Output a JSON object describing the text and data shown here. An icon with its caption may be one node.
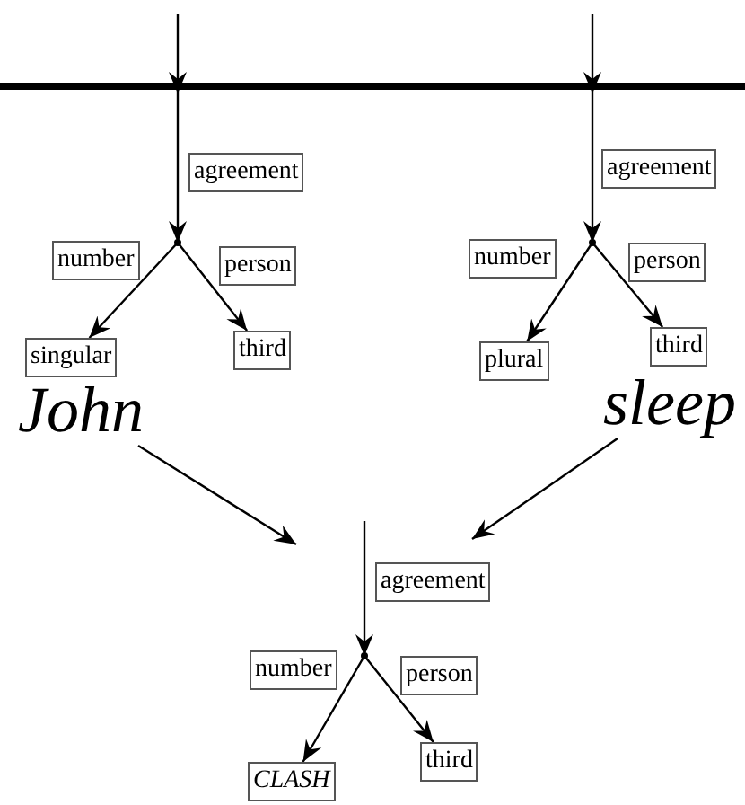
{
  "diagram": {
    "nodes": [
      {
        "text": [],
        "shape": "point"
      },
      {
        "text": [
          "singular"
        ]
      },
      {
        "text": [
          "third"
        ]
      },
      {
        "text": [],
        "shape": "point"
      },
      {
        "text": [
          "plural"
        ]
      },
      {
        "text": [
          "third"
        ]
      },
      {
        "text": [
          "John"
        ]
      },
      {
        "text": [
          "sleep"
        ]
      },
      {
        "text": [],
        "shape": "point"
      },
      {
        "text": [
          "CLASH"
        ]
      },
      {
        "text": [
          "third"
        ]
      }
    ],
    "edges": [
      {
        "from": null,
        "to": 0,
        "arrow": "to",
        "label": "agreement"
      },
      {
        "from": 0,
        "to": 1,
        "arrow": "to",
        "label": "number"
      },
      {
        "from": 0,
        "to": 2,
        "arrow": "to",
        "label": "person"
      },
      {
        "from": null,
        "to": 3,
        "arrow": "to",
        "label": "agreement"
      },
      {
        "from": 3,
        "to": 4,
        "arrow": "to",
        "label": "number"
      },
      {
        "from": 3,
        "to": 5,
        "arrow": "to",
        "label": "person"
      },
      {
        "from": 6,
        "to": null,
        "arrow": "to"
      },
      {
        "from": 7,
        "to": null,
        "arrow": "to"
      },
      {
        "from": null,
        "to": 8,
        "arrow": "to",
        "label": "agreement"
      },
      {
        "from": 8,
        "to": 9,
        "arrow": "to",
        "label": "number"
      },
      {
        "from": 8,
        "to": 10,
        "arrow": "to",
        "label": "person"
      }
    ]
  }
}
